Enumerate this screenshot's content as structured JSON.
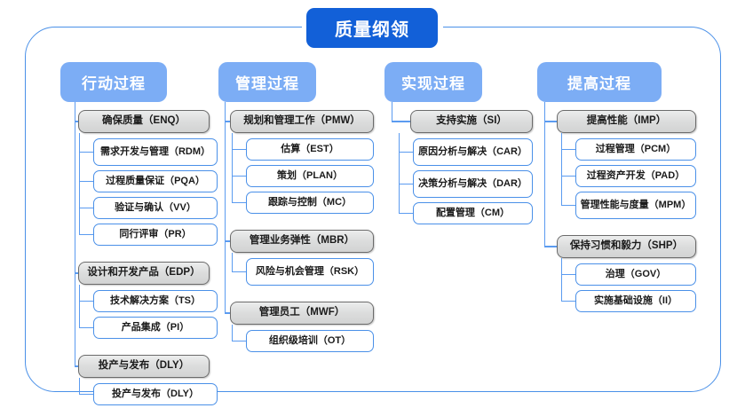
{
  "diagram": {
    "root": {
      "label": "质量纲领"
    },
    "frame": {
      "accent_color": "#4a90e8"
    },
    "palette": {
      "root_fill": "#1260d8",
      "header_fill": "#7cadf5",
      "group_fill": "#dcdddd",
      "group_border": "#6b6b6b",
      "leaf_border": "#4a90e8",
      "connector": "#5b9bf0",
      "text": "#1a1a1a",
      "header_text": "#ffffff"
    },
    "columns": [
      {
        "header": "行动过程",
        "groups": [
          {
            "label": "确保质量（ENQ）",
            "children": [
              "需求开发与管理（RDM）",
              "过程质量保证（PQA）",
              "验证与确认（VV）",
              "同行评审（PR）"
            ]
          },
          {
            "label": "设计和开发产品（EDP）",
            "children": [
              "技术解决方案（TS）",
              "产品集成（PI）"
            ]
          },
          {
            "label": "投产与发布（DLY）",
            "children": [
              "投产与发布（DLY）"
            ]
          }
        ]
      },
      {
        "header": "管理过程",
        "groups": [
          {
            "label": "规划和管理工作（PMW）",
            "children": [
              "估算（EST）",
              "策划（PLAN）",
              "跟踪与控制（MC）"
            ]
          },
          {
            "label": "管理业务弹性（MBR）",
            "children": [
              "风险与机会管理（RSK）"
            ]
          },
          {
            "label": "管理员工（MWF）",
            "children": [
              "组织级培训（OT）"
            ]
          }
        ]
      },
      {
        "header": "实现过程",
        "groups": [
          {
            "label": "支持实施（SI）",
            "children": [
              "原因分析与解决（CAR）",
              "决策分析与解决（DAR）",
              "配置管理（CM）"
            ]
          }
        ]
      },
      {
        "header": "提高过程",
        "groups": [
          {
            "label": "提高性能（IMP）",
            "children": [
              "过程管理（PCM）",
              "过程资产开发（PAD）",
              "管理性能与度量（MPM）"
            ]
          },
          {
            "label": "保持习惯和毅力（SHP）",
            "children": [
              "治理（GOV）",
              "实施基础设施（II）"
            ]
          }
        ]
      }
    ]
  }
}
